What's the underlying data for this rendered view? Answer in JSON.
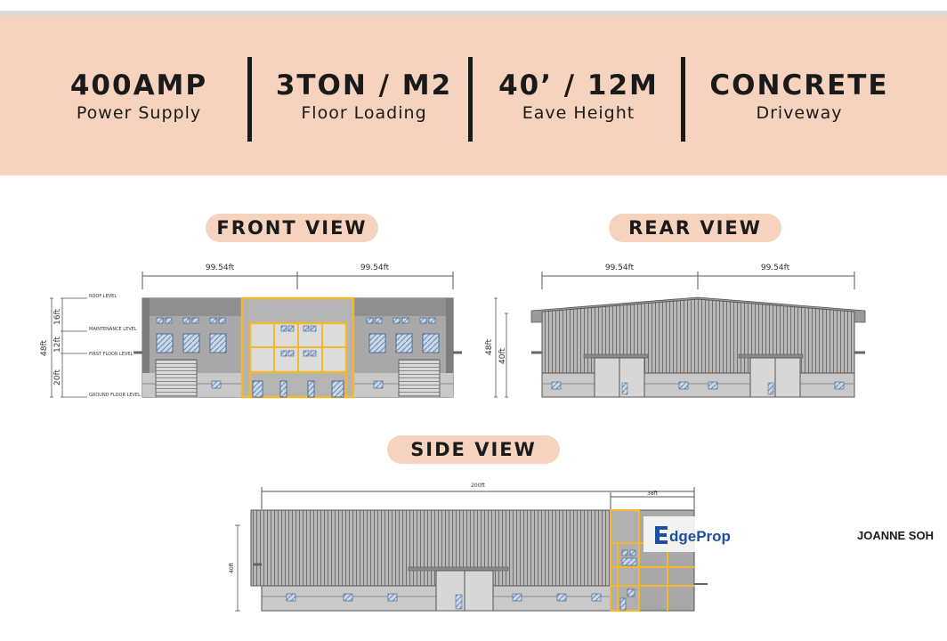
{
  "specs": [
    {
      "value": "400AMP",
      "label": "Power Supply"
    },
    {
      "value": "3TON / M2",
      "label": "Floor Loading"
    },
    {
      "value": "40’ / 12M",
      "label": "Eave Height"
    },
    {
      "value": "CONCRETE",
      "label": "Driveway"
    }
  ],
  "views": {
    "front": {
      "title": "FRONT VIEW",
      "dim_left": "99.54ft",
      "dim_right": "99.54ft",
      "total_height": "48ft",
      "levels": [
        "ROOF LEVEL",
        "MAINTENANCE LEVEL",
        "FIRST FLOOR LEVEL",
        "GROUND FLOOR LEVEL"
      ],
      "segments": [
        "16ft",
        "12ft",
        "20ft"
      ]
    },
    "rear": {
      "title": "REAR VIEW",
      "dim_left": "99.54ft",
      "dim_right": "99.54ft",
      "height_outer": "48ft",
      "height_inner": "40ft"
    },
    "side": {
      "title": "SIDE VIEW",
      "length": "200ft",
      "office_length": "38ft",
      "height": "40ft"
    }
  },
  "watermark": {
    "logo_e": "E",
    "logo_text": "dgeProp",
    "agent": "JOANNE SOH"
  },
  "colors": {
    "band": "#f6d3be",
    "accent": "#f2b82e",
    "panel": "#a9a9a9",
    "logo_blue": "#1f4fa0"
  }
}
